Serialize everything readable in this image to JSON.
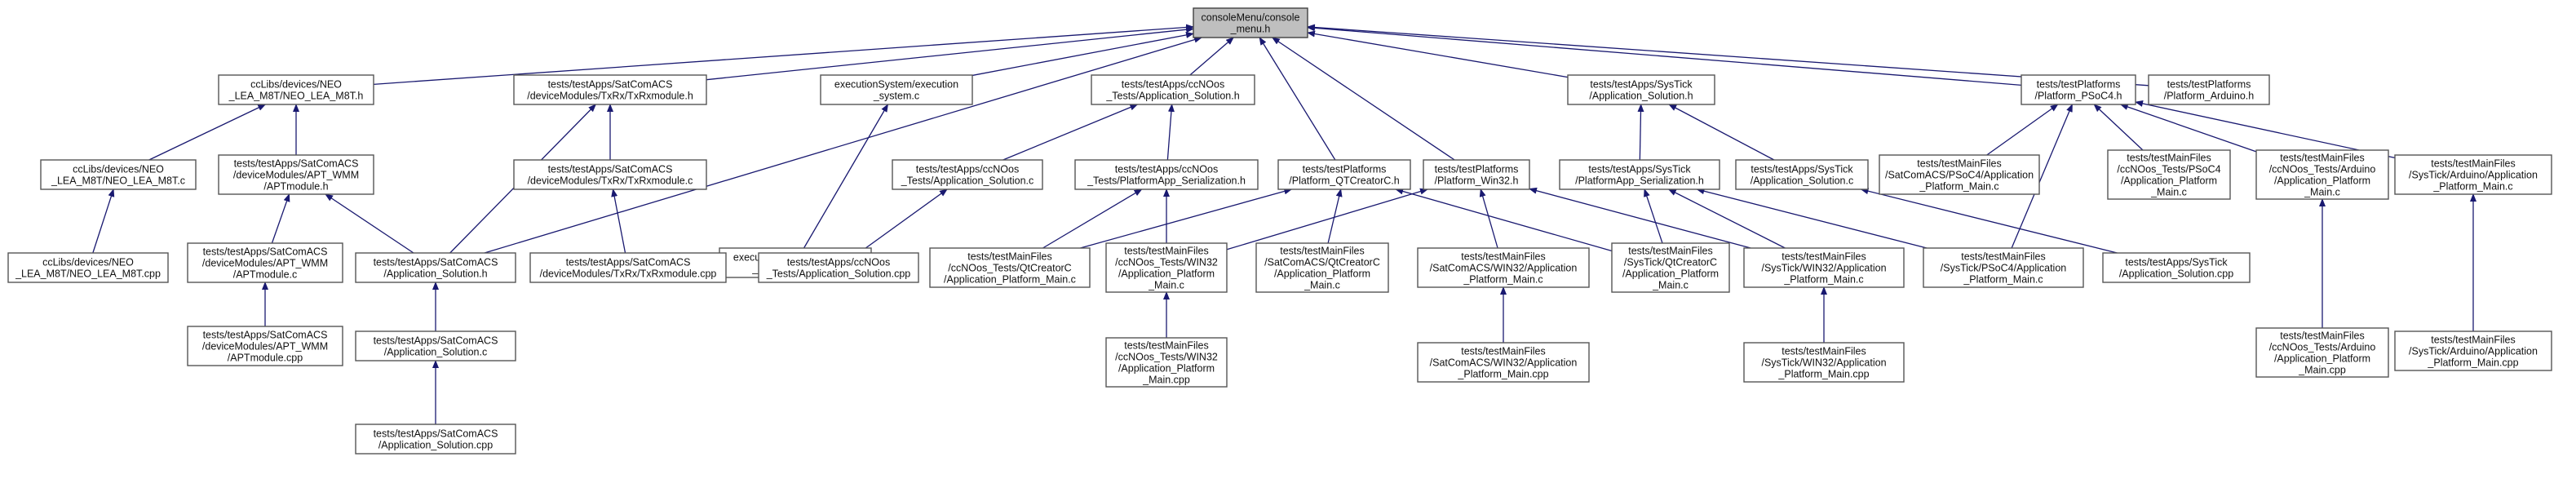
{
  "nodes": [
    {
      "id": "root",
      "lines": [
        "consoleMenu/console",
        "_menu.h"
      ]
    },
    {
      "id": "neo_h",
      "lines": [
        "ccLibs/devices/NEO",
        "_LEA_M8T/NEO_LEA_M8T.h"
      ]
    },
    {
      "id": "txrx_h",
      "lines": [
        "tests/testApps/SatComACS",
        "/deviceModules/TxRx/TxRxmodule.h"
      ]
    },
    {
      "id": "exec_c",
      "lines": [
        "executionSystem/execution",
        "_system.c"
      ]
    },
    {
      "id": "ccnoos_sol_h",
      "lines": [
        "tests/testApps/ccNOos",
        "_Tests/Application_Solution.h"
      ]
    },
    {
      "id": "systick_sol_h",
      "lines": [
        "tests/testApps/SysTick",
        "/Application_Solution.h"
      ]
    },
    {
      "id": "psoc4_h",
      "lines": [
        "tests/testPlatforms",
        "/Platform_PSoC4.h"
      ]
    },
    {
      "id": "arduino_h",
      "lines": [
        "tests/testPlatforms",
        "/Platform_Arduino.h"
      ]
    },
    {
      "id": "neo_c",
      "lines": [
        "ccLibs/devices/NEO",
        "_LEA_M8T/NEO_LEA_M8T.c"
      ]
    },
    {
      "id": "apt_h",
      "lines": [
        "tests/testApps/SatComACS",
        "/deviceModules/APT_WMM",
        "/APTmodule.h"
      ]
    },
    {
      "id": "txrx_c",
      "lines": [
        "tests/testApps/SatComACS",
        "/deviceModules/TxRx/TxRxmodule.c"
      ]
    },
    {
      "id": "exec_cpp",
      "lines": [
        "executionSystem/execution",
        "_system_class.cpp"
      ]
    },
    {
      "id": "ccnoos_sol_c",
      "lines": [
        "tests/testApps/ccNOos",
        "_Tests/Application_Solution.c"
      ]
    },
    {
      "id": "ccnoos_pas_h",
      "lines": [
        "tests/testApps/ccNOos",
        "_Tests/PlatformApp_Serialization.h"
      ]
    },
    {
      "id": "qt_h",
      "lines": [
        "tests/testPlatforms",
        "/Platform_QTCreatorC.h"
      ]
    },
    {
      "id": "win32_h",
      "lines": [
        "tests/testPlatforms",
        "/Platform_Win32.h"
      ]
    },
    {
      "id": "systick_pas_h",
      "lines": [
        "tests/testApps/SysTick",
        "/PlatformApp_Serialization.h"
      ]
    },
    {
      "id": "systick_sol_c",
      "lines": [
        "tests/testApps/SysTick",
        "/Application_Solution.c"
      ]
    },
    {
      "id": "main_satcom_psoc4",
      "lines": [
        "tests/testMainFiles",
        "/SatComACS/PSoC4/Application",
        "_Platform_Main.c"
      ]
    },
    {
      "id": "main_ccnoos_psoc4",
      "lines": [
        "tests/testMainFiles",
        "/ccNOos_Tests/PSoC4",
        "/Application_Platform",
        "_Main.c"
      ]
    },
    {
      "id": "main_ccnoos_arduino_c",
      "lines": [
        "tests/testMainFiles",
        "/ccNOos_Tests/Arduino",
        "/Application_Platform",
        "_Main.c"
      ]
    },
    {
      "id": "main_systick_arduino_c",
      "lines": [
        "tests/testMainFiles",
        "/SysTick/Arduino/Application",
        "_Platform_Main.c"
      ]
    },
    {
      "id": "neo_cpp",
      "lines": [
        "ccLibs/devices/NEO",
        "_LEA_M8T/NEO_LEA_M8T.cpp"
      ]
    },
    {
      "id": "apt_c",
      "lines": [
        "tests/testApps/SatComACS",
        "/deviceModules/APT_WMM",
        "/APTmodule.c"
      ]
    },
    {
      "id": "satcom_sol_h",
      "lines": [
        "tests/testApps/SatComACS",
        "/Application_Solution.h"
      ]
    },
    {
      "id": "txrx_cpp",
      "lines": [
        "tests/testApps/SatComACS",
        "/deviceModules/TxRx/TxRxmodule.cpp"
      ]
    },
    {
      "id": "ccnoos_sol_cpp",
      "lines": [
        "tests/testApps/ccNOos",
        "_Tests/Application_Solution.cpp"
      ]
    },
    {
      "id": "main_ccnoos_qt",
      "lines": [
        "tests/testMainFiles",
        "/ccNOos_Tests/QtCreatorC",
        "/Application_Platform_Main.c"
      ]
    },
    {
      "id": "main_ccnoos_win32_c",
      "lines": [
        "tests/testMainFiles",
        "/ccNOos_Tests/WIN32",
        "/Application_Platform",
        "_Main.c"
      ]
    },
    {
      "id": "main_satcom_qt",
      "lines": [
        "tests/testMainFiles",
        "/SatComACS/QtCreatorC",
        "/Application_Platform",
        "_Main.c"
      ]
    },
    {
      "id": "main_satcom_win32_c",
      "lines": [
        "tests/testMainFiles",
        "/SatComACS/WIN32/Application",
        "_Platform_Main.c"
      ]
    },
    {
      "id": "main_systick_qt",
      "lines": [
        "tests/testMainFiles",
        "/SysTick/QtCreatorC",
        "/Application_Platform",
        "_Main.c"
      ]
    },
    {
      "id": "main_systick_win32_c",
      "lines": [
        "tests/testMainFiles",
        "/SysTick/WIN32/Application",
        "_Platform_Main.c"
      ]
    },
    {
      "id": "main_systick_psoc4",
      "lines": [
        "tests/testMainFiles",
        "/SysTick/PSoC4/Application",
        "_Platform_Main.c"
      ]
    },
    {
      "id": "systick_sol_cpp",
      "lines": [
        "tests/testApps/SysTick",
        "/Application_Solution.cpp"
      ]
    },
    {
      "id": "main_ccnoos_arduino_cpp",
      "lines": [
        "tests/testMainFiles",
        "/ccNOos_Tests/Arduino",
        "/Application_Platform",
        "_Main.cpp"
      ]
    },
    {
      "id": "main_systick_arduino_cpp",
      "lines": [
        "tests/testMainFiles",
        "/SysTick/Arduino/Application",
        "_Platform_Main.cpp"
      ]
    },
    {
      "id": "apt_cpp",
      "lines": [
        "tests/testApps/SatComACS",
        "/deviceModules/APT_WMM",
        "/APTmodule.cpp"
      ]
    },
    {
      "id": "satcom_sol_c",
      "lines": [
        "tests/testApps/SatComACS",
        "/Application_Solution.c"
      ]
    },
    {
      "id": "main_ccnoos_win32_cpp",
      "lines": [
        "tests/testMainFiles",
        "/ccNOos_Tests/WIN32",
        "/Application_Platform",
        "_Main.cpp"
      ]
    },
    {
      "id": "main_satcom_win32_cpp",
      "lines": [
        "tests/testMainFiles",
        "/SatComACS/WIN32/Application",
        "_Platform_Main.cpp"
      ]
    },
    {
      "id": "main_systick_win32_cpp",
      "lines": [
        "tests/testMainFiles",
        "/SysTick/WIN32/Application",
        "_Platform_Main.cpp"
      ]
    },
    {
      "id": "satcom_sol_cpp",
      "lines": [
        "tests/testApps/SatComACS",
        "/Application_Solution.cpp"
      ]
    }
  ],
  "edges": [
    [
      "root",
      "neo_h"
    ],
    [
      "root",
      "txrx_h"
    ],
    [
      "root",
      "exec_c"
    ],
    [
      "root",
      "ccnoos_sol_h"
    ],
    [
      "root",
      "systick_sol_h"
    ],
    [
      "root",
      "psoc4_h"
    ],
    [
      "root",
      "arduino_h"
    ],
    [
      "root",
      "satcom_sol_h"
    ],
    [
      "root",
      "qt_h"
    ],
    [
      "root",
      "win32_h"
    ],
    [
      "neo_h",
      "neo_c"
    ],
    [
      "neo_h",
      "apt_h"
    ],
    [
      "neo_c",
      "neo_cpp"
    ],
    [
      "apt_h",
      "apt_c"
    ],
    [
      "apt_h",
      "satcom_sol_h"
    ],
    [
      "apt_c",
      "apt_cpp"
    ],
    [
      "txrx_h",
      "satcom_sol_h"
    ],
    [
      "txrx_h",
      "txrx_c"
    ],
    [
      "txrx_c",
      "txrx_cpp"
    ],
    [
      "satcom_sol_h",
      "satcom_sol_c"
    ],
    [
      "satcom_sol_c",
      "satcom_sol_cpp"
    ],
    [
      "exec_c",
      "exec_cpp"
    ],
    [
      "ccnoos_sol_h",
      "ccnoos_sol_c"
    ],
    [
      "ccnoos_sol_h",
      "ccnoos_pas_h"
    ],
    [
      "ccnoos_sol_c",
      "ccnoos_sol_cpp"
    ],
    [
      "ccnoos_pas_h",
      "main_ccnoos_qt"
    ],
    [
      "ccnoos_pas_h",
      "main_ccnoos_win32_c"
    ],
    [
      "qt_h",
      "main_ccnoos_qt"
    ],
    [
      "qt_h",
      "main_satcom_qt"
    ],
    [
      "qt_h",
      "main_systick_qt"
    ],
    [
      "win32_h",
      "main_ccnoos_win32_c"
    ],
    [
      "win32_h",
      "main_satcom_win32_c"
    ],
    [
      "win32_h",
      "main_systick_win32_c"
    ],
    [
      "main_ccnoos_win32_c",
      "main_ccnoos_win32_cpp"
    ],
    [
      "main_satcom_win32_c",
      "main_satcom_win32_cpp"
    ],
    [
      "main_systick_win32_c",
      "main_systick_win32_cpp"
    ],
    [
      "systick_sol_h",
      "systick_pas_h"
    ],
    [
      "systick_sol_h",
      "systick_sol_c"
    ],
    [
      "systick_pas_h",
      "main_systick_qt"
    ],
    [
      "systick_pas_h",
      "main_systick_win32_c"
    ],
    [
      "systick_pas_h",
      "main_systick_psoc4"
    ],
    [
      "systick_sol_c",
      "systick_sol_cpp"
    ],
    [
      "psoc4_h",
      "main_satcom_psoc4"
    ],
    [
      "psoc4_h",
      "main_ccnoos_psoc4"
    ],
    [
      "psoc4_h",
      "main_ccnoos_arduino_c"
    ],
    [
      "psoc4_h",
      "main_systick_arduino_c"
    ],
    [
      "psoc4_h",
      "main_systick_psoc4"
    ],
    [
      "main_ccnoos_arduino_c",
      "main_ccnoos_arduino_cpp"
    ],
    [
      "main_systick_arduino_c",
      "main_systick_arduino_cpp"
    ]
  ],
  "colors": {
    "edge": "#191970",
    "root_fill": "#bfbfbf",
    "node_fill": "#ffffff",
    "node_border": "#555555"
  }
}
